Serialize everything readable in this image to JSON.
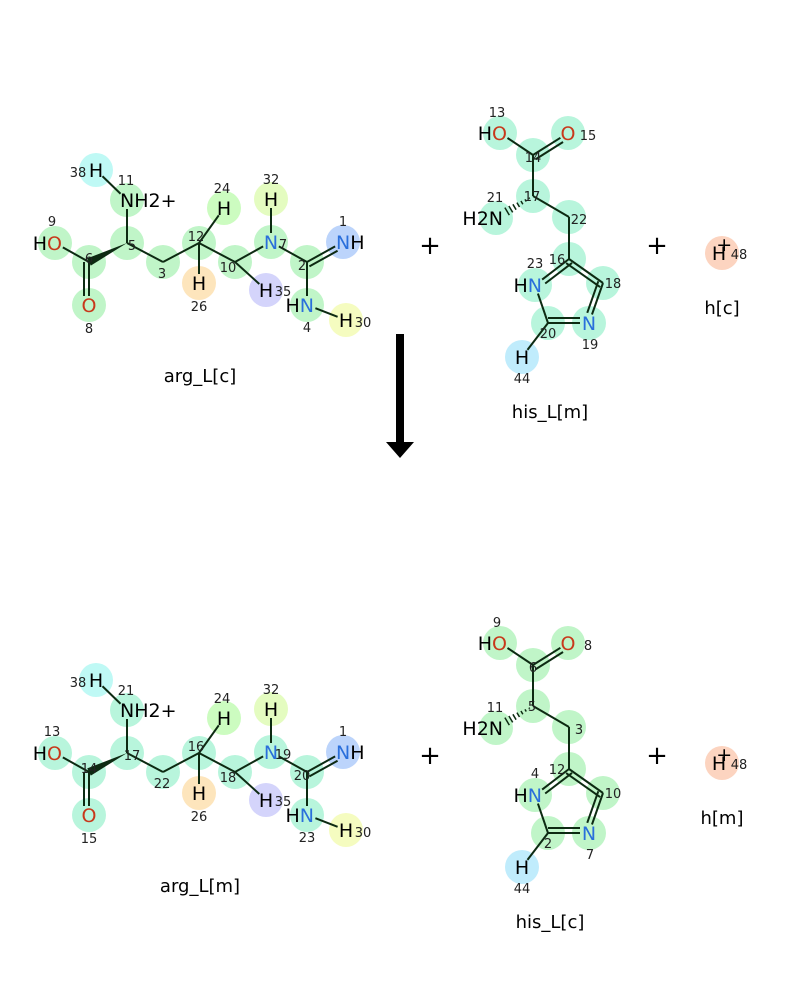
{
  "colors": {
    "N": "#2a6fdb",
    "O": "#c8381b",
    "H": "#000000",
    "bond": "#0d2a12"
  },
  "operators": {
    "plus": "+"
  },
  "reactants": [
    {
      "name": "arg_L[c]",
      "template": "arg",
      "atoms": [
        {
          "key": "O9",
          "label": "HO",
          "num": "9",
          "color": "#c0f5c8"
        },
        {
          "key": "C6",
          "label": "",
          "num": "6",
          "color": "#c0f5c8"
        },
        {
          "key": "O8",
          "label": "O",
          "num": "8",
          "color": "#c0f5c8"
        },
        {
          "key": "C5",
          "label": "",
          "num": "5",
          "color": "#c0f5c8"
        },
        {
          "key": "N11",
          "label": "NH2+",
          "num": "11",
          "color": "#c0f5c8"
        },
        {
          "key": "H38",
          "label": "H",
          "num": "38",
          "color": "#bff9f5"
        },
        {
          "key": "C3",
          "label": "",
          "num": "3",
          "color": "#c0f5c8"
        },
        {
          "key": "C12",
          "label": "",
          "num": "12",
          "color": "#c0f5c8"
        },
        {
          "key": "H24",
          "label": "H",
          "num": "24",
          "color": "#ccfcc0"
        },
        {
          "key": "H26",
          "label": "H",
          "num": "26",
          "color": "#fde5bc"
        },
        {
          "key": "C10",
          "label": "",
          "num": "10",
          "color": "#c0f5c8"
        },
        {
          "key": "H35",
          "label": "H",
          "num": "35",
          "color": "#d4d4fb"
        },
        {
          "key": "N7",
          "label": "N",
          "num": "7",
          "color": "#c0f5c8"
        },
        {
          "key": "H32",
          "label": "H",
          "num": "32",
          "color": "#e4fcc0"
        },
        {
          "key": "C2",
          "label": "",
          "num": "2",
          "color": "#c0f5c8"
        },
        {
          "key": "N1",
          "label": "NH",
          "num": "1",
          "color": "#bcd4fb"
        },
        {
          "key": "N4",
          "label": "HN",
          "num": "4",
          "color": "#c0f5c8"
        },
        {
          "key": "H30",
          "label": "H",
          "num": "30",
          "color": "#f5fcc0"
        }
      ]
    },
    {
      "name": "his_L[m]",
      "template": "his",
      "atoms": [
        {
          "key": "O13",
          "label": "HO",
          "num": "13",
          "color": "#b8f5dc"
        },
        {
          "key": "C14",
          "label": "",
          "num": "14",
          "color": "#b8f5dc"
        },
        {
          "key": "O15",
          "label": "O",
          "num": "15",
          "color": "#b8f5dc"
        },
        {
          "key": "C17",
          "label": "",
          "num": "17",
          "color": "#b8f5dc"
        },
        {
          "key": "N21",
          "label": "H2N",
          "num": "21",
          "color": "#b8f5dc"
        },
        {
          "key": "C22",
          "label": "",
          "num": "22",
          "color": "#b8f5dc"
        },
        {
          "key": "C16",
          "label": "",
          "num": "16",
          "color": "#b8f5dc"
        },
        {
          "key": "C18",
          "label": "",
          "num": "18",
          "color": "#b8f5dc"
        },
        {
          "key": "N19",
          "label": "N",
          "num": "19",
          "color": "#b8f5dc"
        },
        {
          "key": "C20",
          "label": "",
          "num": "20",
          "color": "#b8f5dc"
        },
        {
          "key": "N23",
          "label": "HN",
          "num": "23",
          "color": "#b8f5dc"
        },
        {
          "key": "H44",
          "label": "H",
          "num": "44",
          "color": "#c0ecfc"
        }
      ]
    },
    {
      "name": "h[c]",
      "template": "h",
      "atoms": [
        {
          "key": "H48",
          "label": "H+",
          "num": "48",
          "color": "#fcd4c0"
        }
      ]
    }
  ],
  "products": [
    {
      "name": "arg_L[m]",
      "template": "arg",
      "atoms": [
        {
          "key": "O9",
          "label": "HO",
          "num": "13",
          "color": "#b8f5dc"
        },
        {
          "key": "C6",
          "label": "",
          "num": "14",
          "color": "#b8f5dc"
        },
        {
          "key": "O8",
          "label": "O",
          "num": "15",
          "color": "#b8f5dc"
        },
        {
          "key": "C5",
          "label": "",
          "num": "17",
          "color": "#b8f5dc"
        },
        {
          "key": "N11",
          "label": "NH2+",
          "num": "21",
          "color": "#b8f5dc"
        },
        {
          "key": "H38",
          "label": "H",
          "num": "38",
          "color": "#bff9f5"
        },
        {
          "key": "C3",
          "label": "",
          "num": "22",
          "color": "#b8f5dc"
        },
        {
          "key": "C12",
          "label": "",
          "num": "16",
          "color": "#b8f5dc"
        },
        {
          "key": "H24",
          "label": "H",
          "num": "24",
          "color": "#ccfcc0"
        },
        {
          "key": "H26",
          "label": "H",
          "num": "26",
          "color": "#fde5bc"
        },
        {
          "key": "C10",
          "label": "",
          "num": "18",
          "color": "#b8f5dc"
        },
        {
          "key": "H35",
          "label": "H",
          "num": "35",
          "color": "#d4d4fb"
        },
        {
          "key": "N7",
          "label": "N",
          "num": "19",
          "color": "#b8f5dc"
        },
        {
          "key": "H32",
          "label": "H",
          "num": "32",
          "color": "#e4fcc0"
        },
        {
          "key": "C2",
          "label": "",
          "num": "20",
          "color": "#b8f5dc"
        },
        {
          "key": "N1",
          "label": "NH",
          "num": "1",
          "color": "#bcd4fb"
        },
        {
          "key": "N4",
          "label": "HN",
          "num": "23",
          "color": "#b8f5dc"
        },
        {
          "key": "H30",
          "label": "H",
          "num": "30",
          "color": "#f5fcc0"
        }
      ]
    },
    {
      "name": "his_L[c]",
      "template": "his",
      "atoms": [
        {
          "key": "O13",
          "label": "HO",
          "num": "9",
          "color": "#c0f5c8"
        },
        {
          "key": "C14",
          "label": "",
          "num": "6",
          "color": "#c0f5c8"
        },
        {
          "key": "O15",
          "label": "O",
          "num": "8",
          "color": "#c0f5c8"
        },
        {
          "key": "C17",
          "label": "",
          "num": "5",
          "color": "#c0f5c8"
        },
        {
          "key": "N21",
          "label": "H2N",
          "num": "11",
          "color": "#c0f5c8"
        },
        {
          "key": "C22",
          "label": "",
          "num": "3",
          "color": "#c0f5c8"
        },
        {
          "key": "C16",
          "label": "",
          "num": "12",
          "color": "#c0f5c8"
        },
        {
          "key": "C18",
          "label": "",
          "num": "10",
          "color": "#c0f5c8"
        },
        {
          "key": "N19",
          "label": "N",
          "num": "7",
          "color": "#c0f5c8"
        },
        {
          "key": "C20",
          "label": "",
          "num": "2",
          "color": "#c0f5c8"
        },
        {
          "key": "N23",
          "label": "HN",
          "num": "4",
          "color": "#c0f5c8"
        },
        {
          "key": "H44",
          "label": "H",
          "num": "44",
          "color": "#c0ecfc"
        }
      ]
    },
    {
      "name": "h[m]",
      "template": "h",
      "atoms": [
        {
          "key": "H48",
          "label": "H+",
          "num": "48",
          "color": "#fcd4c0"
        }
      ]
    }
  ]
}
